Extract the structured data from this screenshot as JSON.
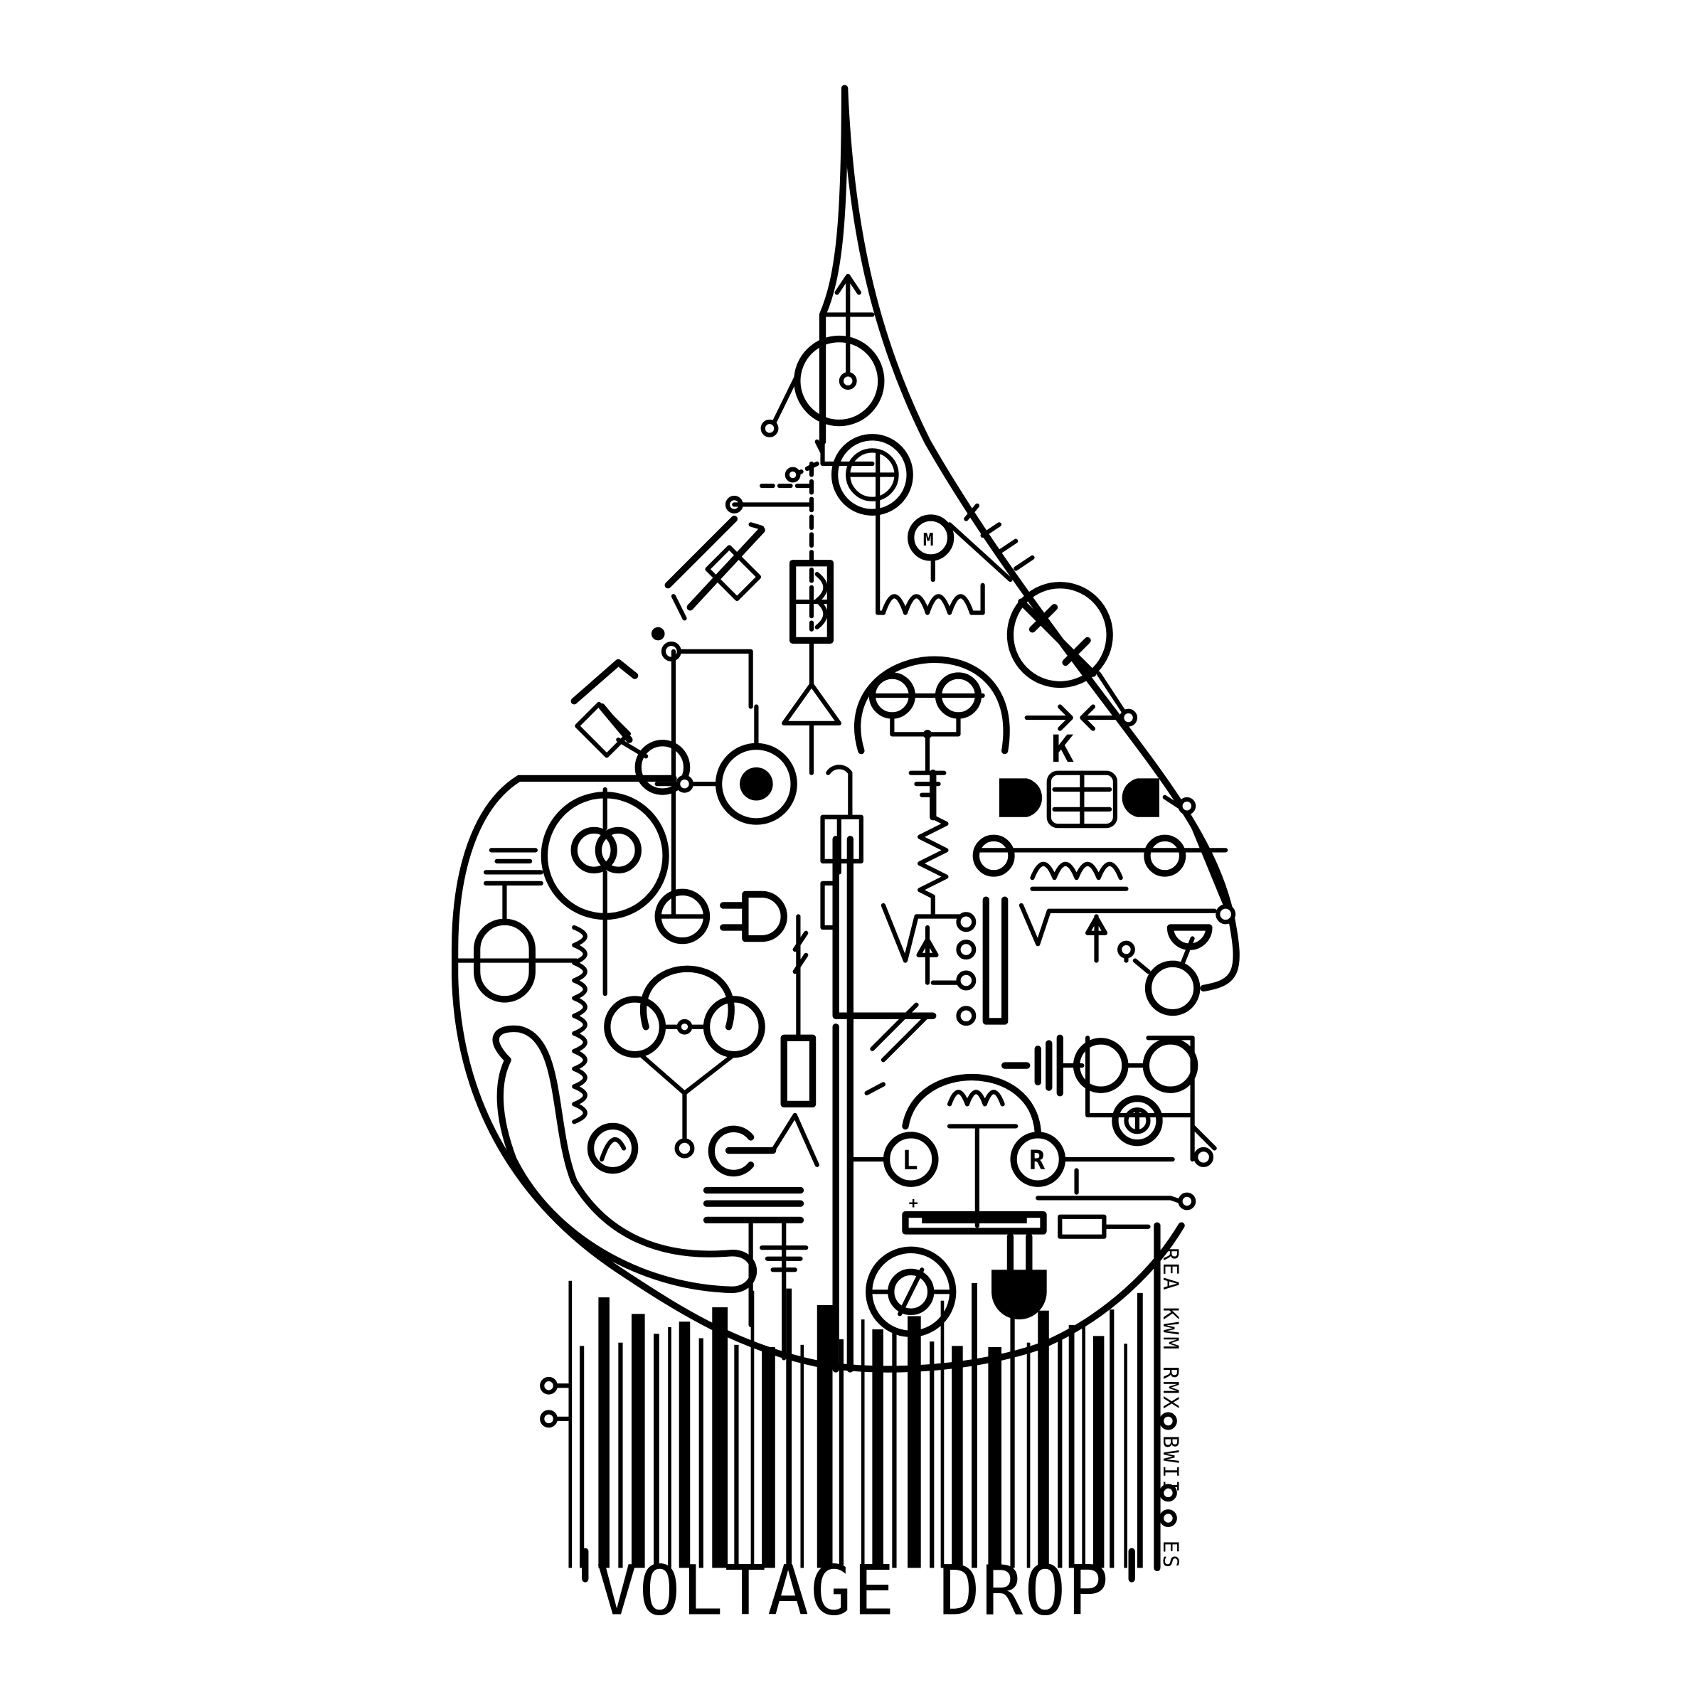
{
  "title": "VOLTAGE DROP",
  "credits": {
    "line1": "REA KWM RMX",
    "line2": "BWII",
    "line3": "ES"
  },
  "component_labels": {
    "motor": "M",
    "left_channel": "L",
    "right_channel": "R",
    "polarity": "+",
    "relay": "K"
  },
  "colors": {
    "ink": "#000000",
    "background": "#ffffff"
  }
}
